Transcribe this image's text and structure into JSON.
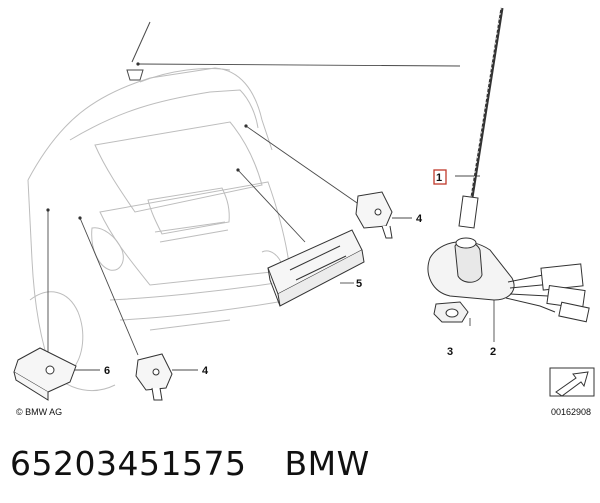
{
  "callouts": {
    "antenna_rod": "1",
    "antenna_base": "2",
    "gasket": "3",
    "amplifier_upper": "4",
    "amplifier_lower": "4",
    "tuner_module": "5",
    "control_unit": "6"
  },
  "copyright": "© BMW AG",
  "drawing_number": "00162908",
  "caption": {
    "part_number": "65203451575",
    "brand": "BMW"
  },
  "colors": {
    "line": "#4a4a4a",
    "car_outline": "#bdbdbd",
    "highlight": "#c0392b"
  }
}
